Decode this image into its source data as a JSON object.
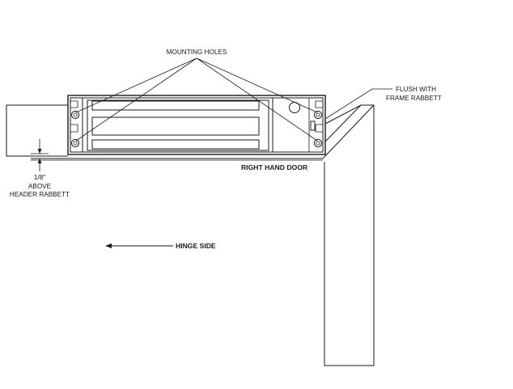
{
  "labels": {
    "mounting_holes": "MOUNTING HOLES",
    "flush_line1": "FLUSH WITH",
    "flush_line2": "FRAME RABBETT",
    "right_hand_door": "RIGHT  HAND DOOR",
    "dim_value": "1/8\"",
    "dim_line2": "ABOVE",
    "dim_line3": "HEADER RABBETT",
    "hinge_side": "HINGE SIDE"
  },
  "colors": {
    "line": "#1a1a1a",
    "background": "#ffffff"
  }
}
